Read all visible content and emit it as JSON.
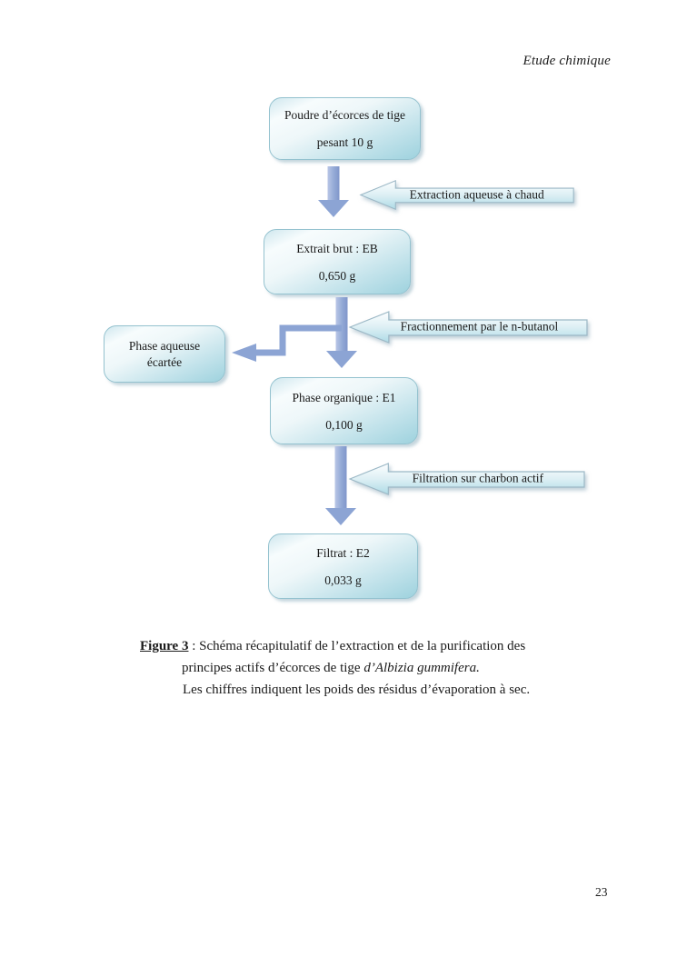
{
  "page": {
    "chapter_header": "Etude chimique",
    "page_number": "23"
  },
  "flowchart": {
    "boxes": {
      "poudre": {
        "line1": "Poudre d’écorces de tige",
        "line2": "pesant 10 g"
      },
      "extrait_brut": {
        "line1": "Extrait brut : EB",
        "line2": "0,650 g"
      },
      "phase_aqueuse": {
        "line1": "Phase aqueuse",
        "line2": "écartée"
      },
      "phase_organique": {
        "line1": "Phase organique : E1",
        "line2": "0,100 g"
      },
      "filtrat": {
        "line1": "Filtrat : E2",
        "line2": "0,033 g"
      }
    },
    "process_labels": {
      "extraction": "Extraction aqueuse à chaud",
      "fractionnement": "Fractionnement par le n-butanol",
      "filtration": "Filtration sur charbon actif"
    },
    "colors": {
      "box_fill_top": "#f7fcfd",
      "box_fill_bottom": "#9ed2de",
      "box_border": "#94c2cf",
      "flow_arrow": "#8ca4d4",
      "label_arrow_fill_top": "#fdfeff",
      "label_arrow_fill_bottom": "#aedbe6",
      "label_arrow_border": "#9cb8c6"
    }
  },
  "caption": {
    "figure_label": "Figure 3",
    "separator": " : ",
    "line1_text": "Schéma récapitulatif de l’extraction et de la purification des",
    "line2_text": "principes actifs d’écorces de tige ",
    "line2_species_italic": "d’Albizia gummifera.",
    "line3_text": "Les chiffres indiquent les poids des résidus d’évaporation à sec."
  }
}
